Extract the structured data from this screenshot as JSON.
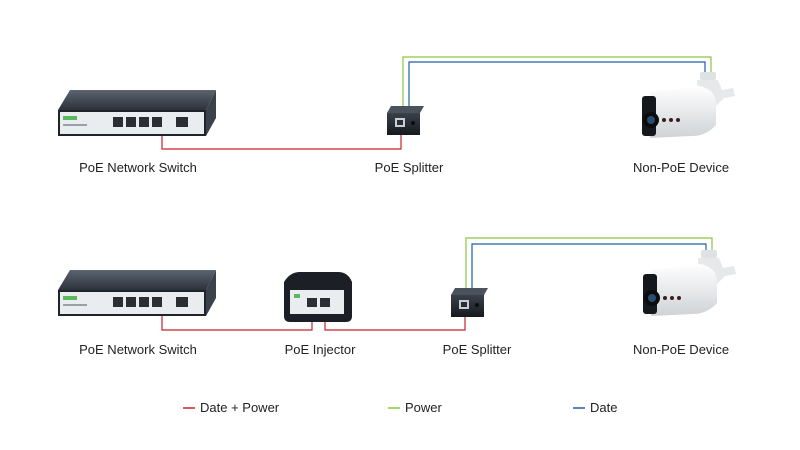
{
  "labels": {
    "switch_top": "PoE Network Switch",
    "splitter_top": "PoE Splitter",
    "device_top": "Non-PoE Device",
    "switch_bottom": "PoE Network Switch",
    "injector": "PoE Injector",
    "splitter_bottom": "PoE Splitter",
    "device_bottom": "Non-PoE Device"
  },
  "legend": [
    {
      "label": "Date + Power",
      "color": "#c8202b"
    },
    {
      "label": "Power",
      "color": "#8cc63f"
    },
    {
      "label": "Date",
      "color": "#1f5fa8"
    }
  ],
  "colors": {
    "date_power": "#c8202b",
    "power": "#8cc63f",
    "date": "#1f5fa8",
    "device_body": "#2f3640",
    "device_panel": "#e9edf0",
    "camera_body": "#f2f3f4"
  }
}
